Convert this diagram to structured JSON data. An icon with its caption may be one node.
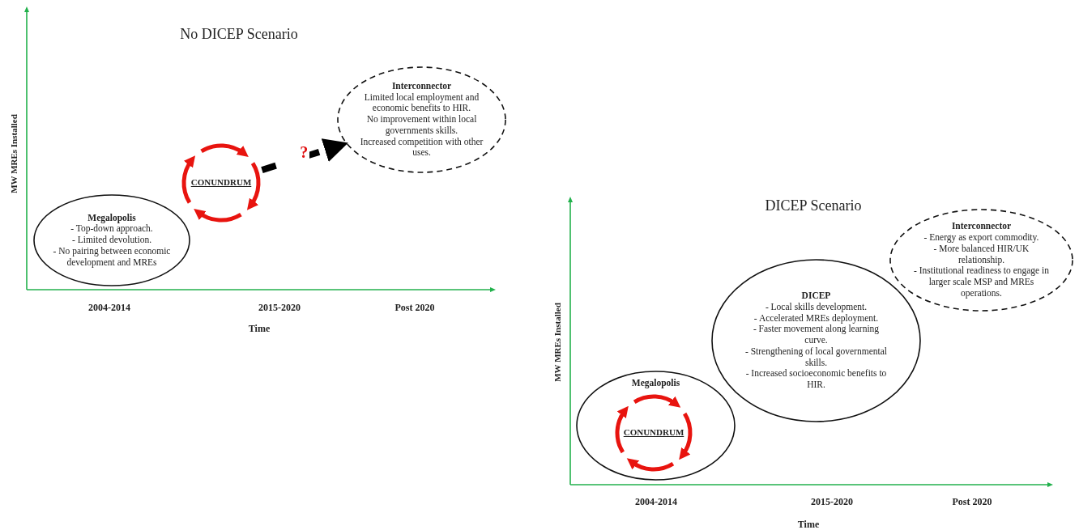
{
  "diagram": {
    "nodes": [
      {
        "text": [
          "Megalopolis",
          "- Top-down approach.",
          "- Limited devolution.",
          "- No pairing between economic development and MREs"
        ]
      },
      {
        "text": [
          "CONUNDRUM"
        ]
      },
      {
        "text": [
          "Interconnector",
          "Limited local employment and economic benefits to HIR.",
          "No improvement within local governments skills.",
          "Increased competition with other uses."
        ]
      },
      {
        "text": [
          "Megalopolis"
        ]
      },
      {
        "text": [
          "CONUNDRUM"
        ],
        "in": 3
      },
      {
        "text": [
          "DICEP",
          "- Local skills development.",
          "- Accelerated MREs deployment.",
          "- Faster movement along learning curve.",
          "- Strengthening of local governmental skills.",
          "- Increased socioeconomic benefits to HIR."
        ]
      },
      {
        "text": [
          "Interconnector",
          "- Energy as export commodity.",
          "- More balanced HIR/UK relationship.",
          "- Institutional readiness to engage in larger scale MSP and MREs operations."
        ]
      }
    ],
    "edges": [
      {
        "from": 1,
        "to": 2,
        "arrow": "to",
        "label": "?",
        "style": "dashed"
      }
    ],
    "labels": [
      "No DICEP Scenario",
      "MW MREs Installed",
      "2004-2014",
      "2015-2020",
      "Post 2020",
      "Time",
      "DICEP Scenario",
      "MW MREs Installed",
      "2004-2014",
      "2015-2020",
      "Post 2020",
      "Time"
    ]
  }
}
